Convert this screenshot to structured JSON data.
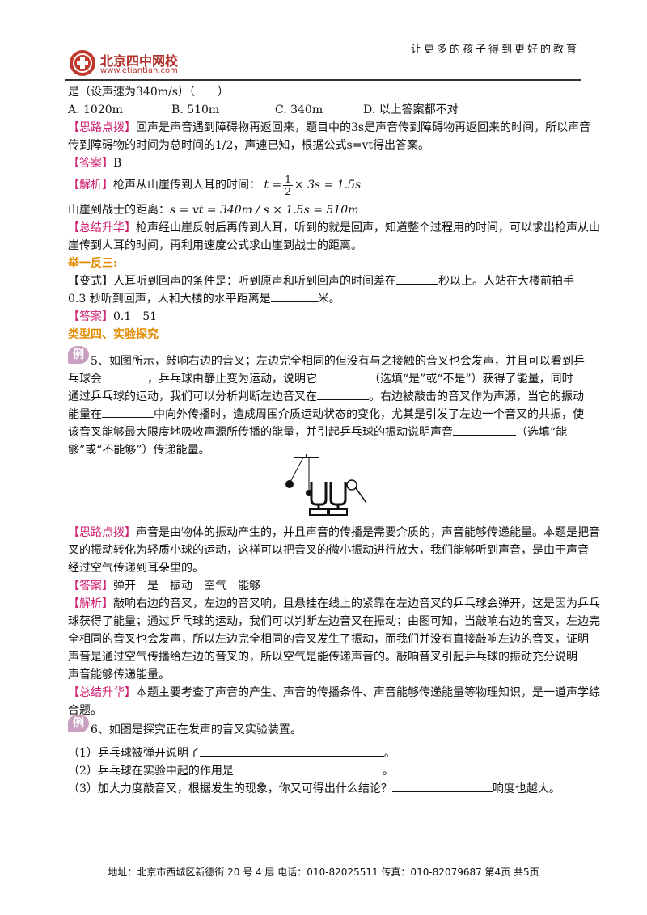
{
  "header": {
    "slogan": "让更多的孩子得到更好的教育",
    "logo_name": "北京四中网校",
    "logo_url": "www.etiantian.com"
  },
  "q_intro": {
    "text": "是（设声速为340m/s）（　　）",
    "options": [
      "A. 1020m",
      "B. 510m",
      "C. 340m",
      "D. 以上答案都不对"
    ]
  },
  "q4": {
    "hint_tag": "【思路点拨】",
    "hint_1": "回声是声音遇到障碍物再返回来，题目中的3s是声音传到障碍物再返回来的时间，所以声音",
    "hint_2": "传到障碍物的时间为总时间的1/2，声速已知，根据公式s=vt得出答案。",
    "answer_tag": "【答案】",
    "answer": "B",
    "analysis_tag": "【解析】",
    "analysis_1": "枪声从山崖传到人耳的时间：",
    "formula_t_left": "t =",
    "frac_num": "1",
    "frac_den": "2",
    "formula_t_right": "× 3s = 1.5s",
    "analysis_2": "山崖到战士的距离：",
    "formula_s": "s = vt = 340m / s × 1.5s = 510m",
    "summary_tag": "【总结升华】",
    "summary_1": "枪声经山崖反射后再传到人耳，听到的就是回声，知道整个过程用的时间，可以求出枪声从山",
    "summary_2": "崖传到人耳的时间，再利用速度公式求山崖到战士的距离。"
  },
  "extension": {
    "title": "举一反三:",
    "variant_tag": "【变式】",
    "variant_1a": "人耳听到回声的条件是：听到原声和听到回声的时间差在",
    "variant_1b": "秒以上。人站在大楼前拍手",
    "variant_2a": "0.3 秒听到回声，人和大楼的水平距离是",
    "variant_2b": "米。",
    "answer_tag": "【答案】",
    "answer": "0.1　51"
  },
  "section": {
    "title": "类型四、实验探究"
  },
  "example_badge": "例",
  "q5": {
    "line1": "5、如图所示，敲响右边的音叉；左边完全相同的但没有与之接触的音叉也会发声，并且可以看到乒",
    "line2a": "乓球会",
    "line2b": "，乒乓球由静止变为运动，说明它",
    "line2c": "（选填“是”或“不是”）获得了能量，同时",
    "line3a": "通过乒乓球的运动，我们可以分析判断左边音叉在",
    "line3b": "。右边被敲击的音叉作为声源，当它的振动",
    "line4a": "能量在",
    "line4b": "中向外传播时，造成周围介质运动状态的变化，尤其是引发了左边一个音叉的共振，使",
    "line5a": "该音叉能够最大限度地吸收声源所传播的能量，并引起乒乓球的振动说明声音",
    "line5b": "（选填“能",
    "line6": "够”或“不能够”）传递能量。",
    "hint_tag": "【思路点拨】",
    "hint_1": "声音是由物体的振动产生的，并且声音的传播是需要介质的，声音能够传递能量。本题是把音",
    "hint_2": "叉的振动转化为轻质小球的运动，这样可以把音叉的微小振动进行放大，我们能够听到声音，是由于声音",
    "hint_3": "经过空气传递到耳朵里的。",
    "answer_tag": "【答案】",
    "answer": "弹开　是　振动　空气　能够",
    "analysis_tag": "【解析】",
    "analysis_1": "敲响右边的音叉，左边的音叉响，且悬挂在线上的紧靠在左边音叉的乒乓球会弹开，这是因为乒乓",
    "analysis_2": "球获得了能量；通过乒乓球的运动，我们可以判断左边音叉在振动；由图可知，当敲响右边的音叉，左边完",
    "analysis_3": "全相同的音叉也会发声，所以左边完全相同的音叉发生了振动，而我们并没有直接敲响左边的音叉，证明",
    "analysis_4": "声音是通过空气传播给左边的音叉的，所以空气是能传递声音的。敲响音叉引起乒乓球的振动充分说明",
    "analysis_5": "声音能够传递能量。",
    "summary_tag": "【总结升华】",
    "summary_1": "本题主要考查了声音的产生、声音的传播条件、声音能够传递能量等物理知识，是一道声学综",
    "summary_2": "合题。"
  },
  "q6": {
    "title": "6、如图是探究正在发声的音叉实验装置。",
    "item1a": "（1）乒乓球被弹开说明了",
    "item1b": "。",
    "item2a": "（2）乒乓球在实验中起的作用是",
    "item2b": "。",
    "item3a": "（3）加大力度敲音叉，根据发生的现象，你又可得出什么结论？",
    "item3b": "响度也越大。"
  },
  "footer": {
    "text": "地址：北京市西城区新德街 20 号 4 层  电话：010-82025511  传真：010-82079687    第4页  共5页"
  }
}
